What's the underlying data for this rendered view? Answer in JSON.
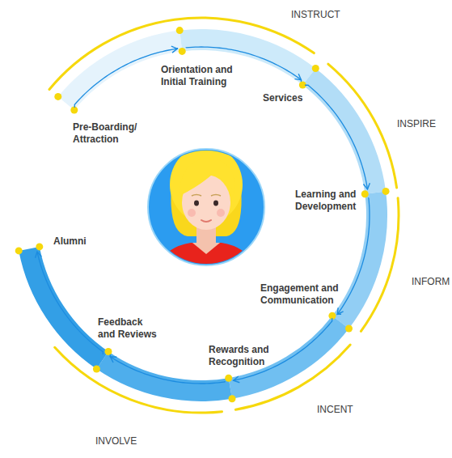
{
  "diagram": {
    "nodes": [
      {
        "text": [
          "Pre-Boarding/ Attraction"
        ]
      },
      {
        "text": [
          "Orientation and Initial Training"
        ]
      },
      {
        "text": [
          "Services"
        ]
      },
      {
        "text": [
          "Learning and Development"
        ]
      },
      {
        "text": [
          "Engagement and Communication"
        ]
      },
      {
        "text": [
          "Rewards and Recognition"
        ]
      },
      {
        "text": [
          "Feedback and Reviews"
        ]
      },
      {
        "text": [
          "Alumni"
        ]
      }
    ],
    "edges": [
      {
        "from": 0,
        "to": 1,
        "arrow": "to"
      },
      {
        "from": 1,
        "to": 2,
        "arrow": "to"
      },
      {
        "from": 2,
        "to": 3,
        "arrow": "to"
      },
      {
        "from": 3,
        "to": 4,
        "arrow": "to"
      },
      {
        "from": 4,
        "to": 5,
        "arrow": "to"
      },
      {
        "from": 5,
        "to": 6,
        "arrow": "to"
      },
      {
        "from": 6,
        "to": 7,
        "arrow": "to"
      }
    ],
    "labels": [
      "INSTRUCT",
      "INSPIRE",
      "INFORM",
      "INCENT",
      "INVOLVE"
    ]
  }
}
